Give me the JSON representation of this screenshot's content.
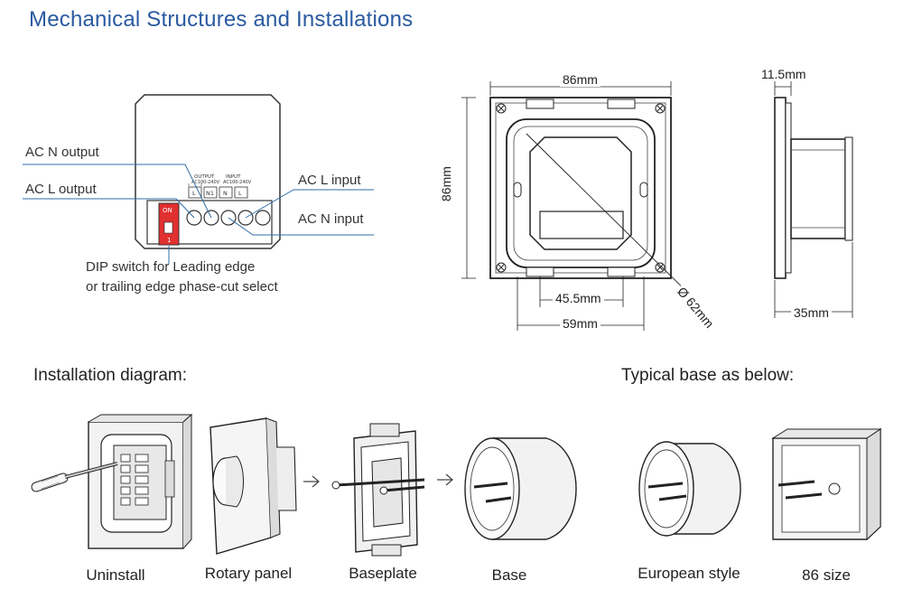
{
  "title": "Mechanical Structures and Installations",
  "wiring": {
    "labels": {
      "ac_n_output": "AC N output",
      "ac_l_output": "AC L output",
      "ac_l_input": "AC L input",
      "ac_n_input": "AC N input"
    },
    "terminal_block": {
      "output_header": "OUTPUT",
      "output_range": "AC100-240V",
      "input_header": "INPUT",
      "input_range": "AC100-240V",
      "terminals": [
        "L",
        "N1",
        "N",
        "L"
      ]
    },
    "dip": {
      "on": "ON",
      "one": "1",
      "line1": "DIP switch for Leading edge",
      "line2": "or trailing edge phase-cut select"
    }
  },
  "dimensions": {
    "width": "86mm",
    "height": "86mm",
    "depth_front": "11.5mm",
    "depth_total": "35mm",
    "inner_a": "45.5mm",
    "inner_b": "59mm",
    "diameter": "Ø 62mm"
  },
  "installation": {
    "heading": "Installation diagram:",
    "steps": [
      "Uninstall",
      "Rotary panel",
      "Baseplate",
      "Base"
    ]
  },
  "typical": {
    "heading": "Typical base as below:",
    "items": [
      "European style",
      "86 size"
    ]
  },
  "colors": {
    "title": "#2a5aa0",
    "dip_red": "#e03030",
    "leader": "#2f6ea8"
  }
}
